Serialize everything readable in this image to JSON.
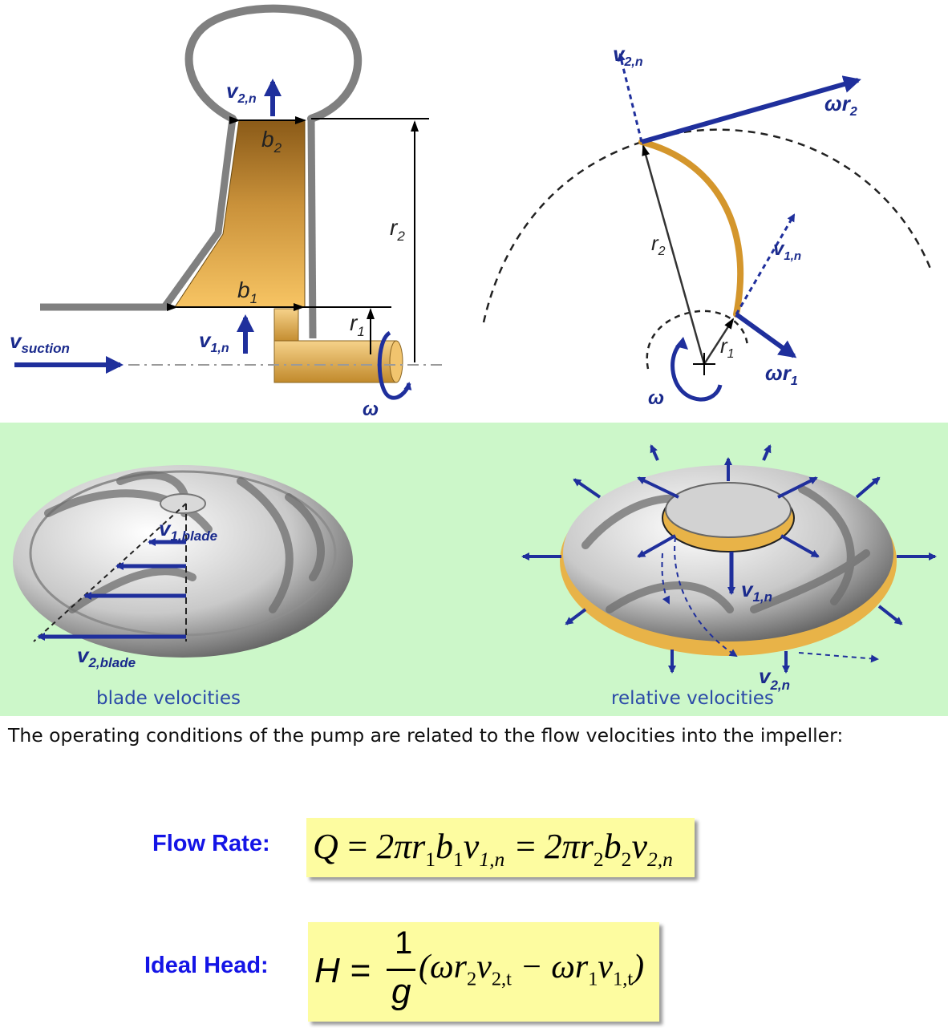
{
  "top_left": {
    "labels": {
      "v2n": "v",
      "v2n_sub": "2,n",
      "b2": "b",
      "b2_sub": "2",
      "r2": "r",
      "r2_sub": "2",
      "b1": "b",
      "b1_sub": "1",
      "r1": "r",
      "r1_sub": "1",
      "v1n": "v",
      "v1n_sub": "1,n",
      "vsuction": "v",
      "vsuction_sub": "suction",
      "omega": "ω"
    }
  },
  "top_right": {
    "labels": {
      "v2n": "v",
      "v2n_sub": "2,n",
      "wr2": "ωr",
      "wr2_sub": "2",
      "r2": "r",
      "r2_sub": "2",
      "v1n": "v",
      "v1n_sub": "1,n",
      "r1": "r",
      "r1_sub": "1",
      "wr1": "ωr",
      "wr1_sub": "1",
      "omega": "ω"
    }
  },
  "bottom_left": {
    "v1blade": "v",
    "v1blade_sub": "1,blade",
    "v2blade": "v",
    "v2blade_sub": "2,blade",
    "caption": "blade velocities"
  },
  "bottom_right": {
    "v1n": "v",
    "v1n_sub": "1,n",
    "v2n": "v",
    "v2n_sub": "2,n",
    "caption": "relative velocities"
  },
  "description": "The operating conditions of the pump are related to the flow velocities into the impeller:",
  "equations": {
    "flow_rate_label": "Flow Rate:",
    "ideal_head_label": "Ideal Head:"
  },
  "colors": {
    "accent_blue": "#1f2f9c",
    "impeller_gold": "#e0a63c",
    "green_band": "#ccf7c9",
    "eq_box": "#fdfca0",
    "label_blue": "#1414e6"
  }
}
